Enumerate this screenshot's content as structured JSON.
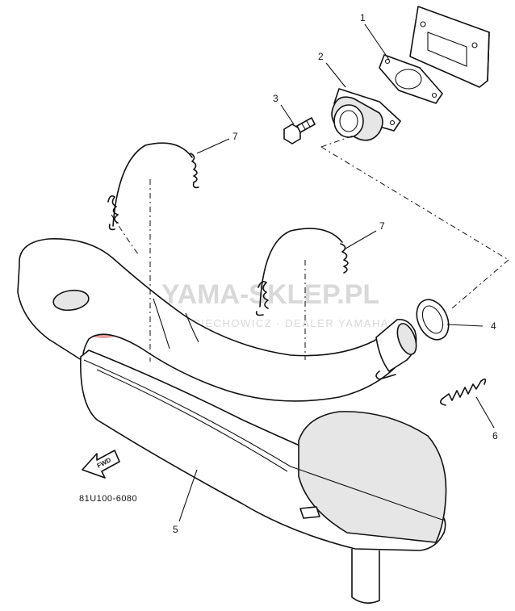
{
  "callouts": {
    "c1": "1",
    "c2": "2",
    "c3": "3",
    "c4": "4",
    "c5": "5",
    "c6": "6",
    "c7a": "7",
    "c7b": "7"
  },
  "fwd_label": "FWD",
  "diagram_code": "81U100-6080",
  "watermark": {
    "brand": "YAMA-SKLEP.PL",
    "tagline": "WOJCIECHOWICZ · DEALER YAMAHA",
    "logo_color": "#e7a3a3"
  }
}
